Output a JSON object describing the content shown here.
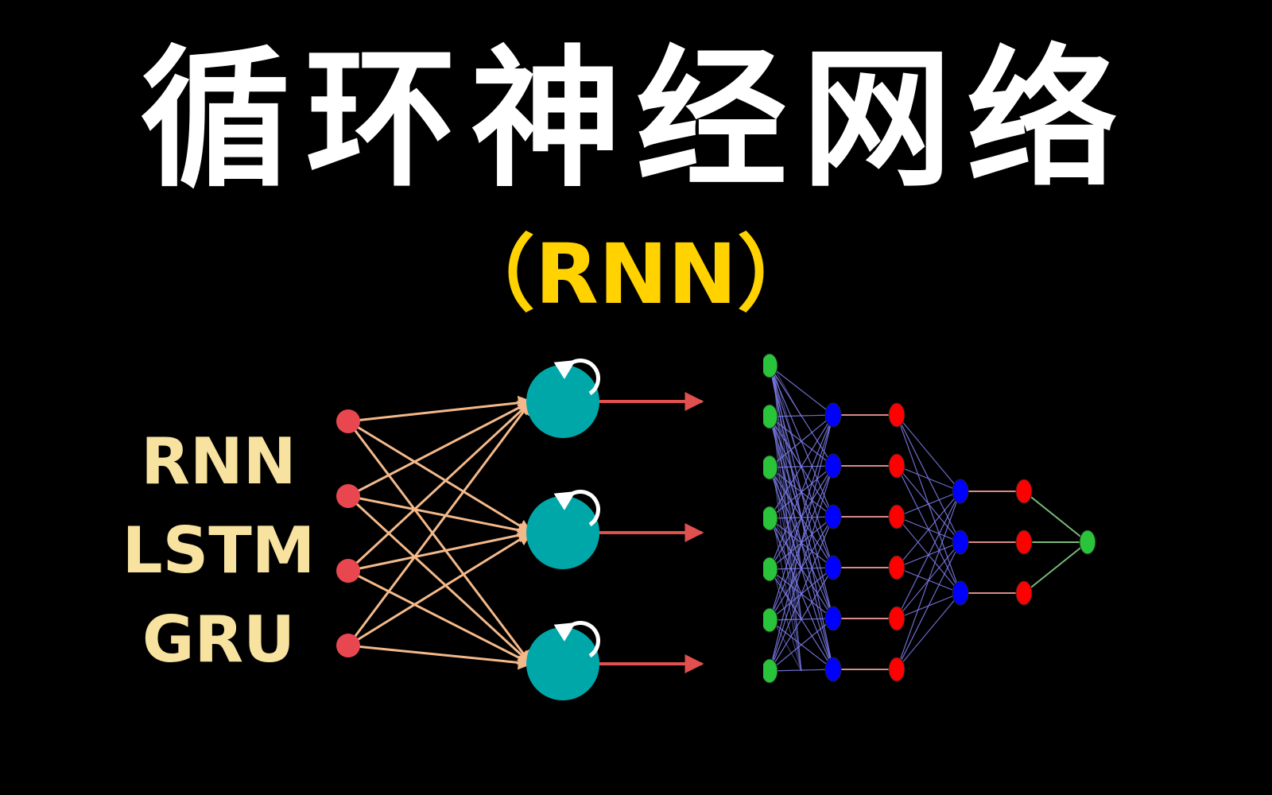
{
  "title": "循环神经网络",
  "subtitle": "（RNN）",
  "models": [
    "RNN",
    "LSTM",
    "GRU"
  ],
  "left_diagram": {
    "inputs": 4,
    "recurrent_units": 3,
    "colors": {
      "input": "#e8474f",
      "unit": "#00a7a9",
      "edge": "#f4b98a",
      "output_arrow": "#e0504f",
      "loop_arrow": "#ffffff"
    }
  },
  "right_diagram": {
    "layers": [
      7,
      6,
      6,
      3,
      3,
      1
    ],
    "colors": {
      "input": "#29c43a",
      "hidden_blue": "#0000ff",
      "hidden_red": "#ff0000",
      "output": "#29c43a",
      "edge_blue": "#7f7ff0",
      "edge_red": "#d98a8a",
      "edge_green": "#8fd98f"
    }
  },
  "colors": {
    "background": "#000000",
    "title": "#ffffff",
    "subtitle": "#ffd200",
    "model_text": "#f7e2a0"
  }
}
